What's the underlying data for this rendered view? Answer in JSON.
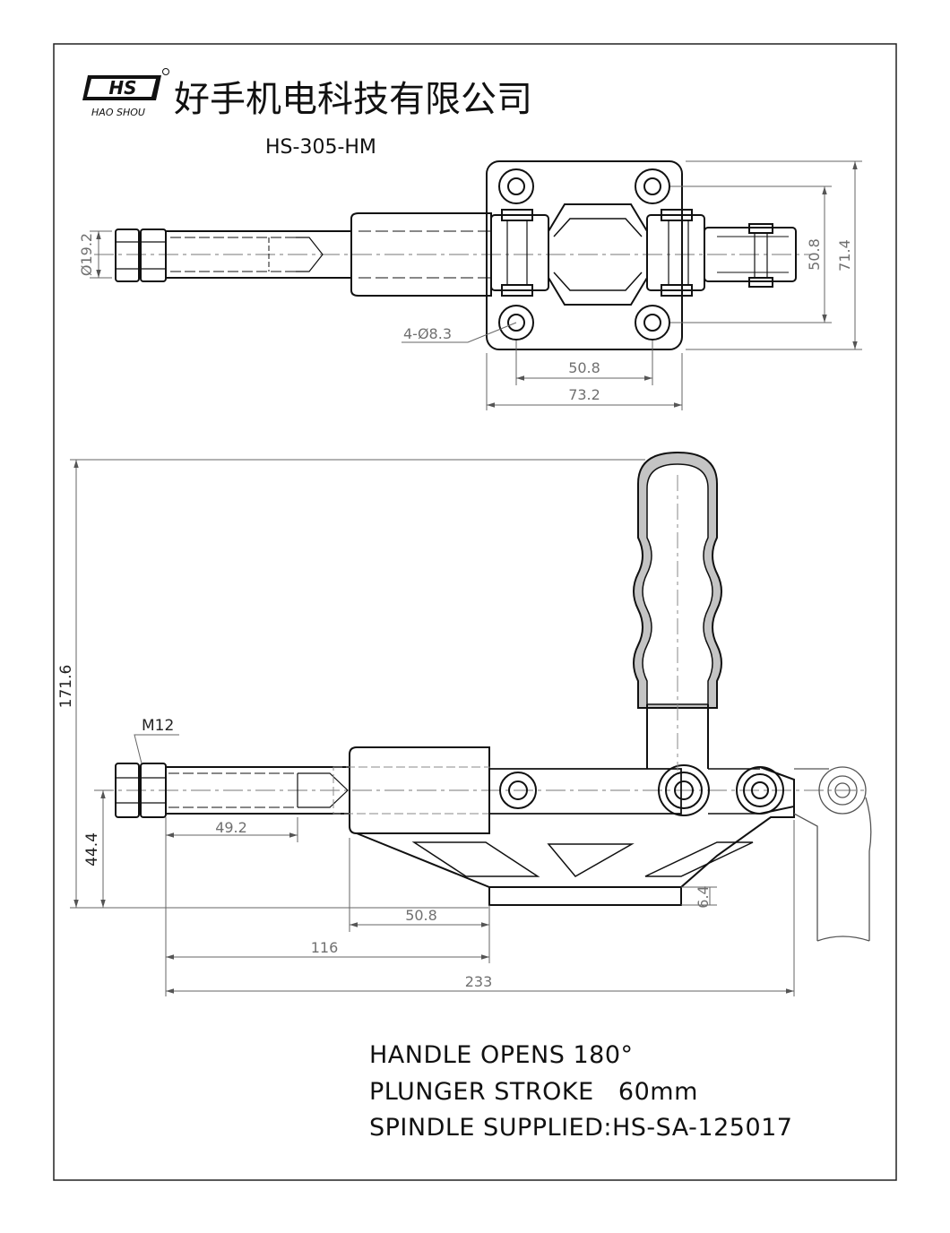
{
  "header": {
    "logo_text": "HS",
    "logo_sub": "HAO SHOU",
    "company_name": "好手机电科技有限公司",
    "model": "HS-305-HM"
  },
  "top_view": {
    "dim_rod_dia": "Ø19.2",
    "dim_holes": "4-Ø8.3",
    "dim_hole_spacing_x": "50.8",
    "dim_base_width": "73.2",
    "dim_hole_spacing_y": "50.8",
    "dim_base_height": "71.4"
  },
  "side_view": {
    "dim_total_height": "171.6",
    "dim_thread": "M12",
    "dim_thread_length": "49.2",
    "dim_axis_height": "44.4",
    "dim_base_thickness": "6.4",
    "dim_base_length": "50.8",
    "dim_to_base": "116",
    "dim_total_length": "233"
  },
  "notes": {
    "line1": "HANDLE OPENS 180°",
    "line2": "PLUNGER STROKE   60mm",
    "line3": "SPINDLE SUPPLIED:HS-SA-125017"
  },
  "colors": {
    "line": "#111111",
    "dimension": "#707070",
    "grip_fill": "#bbbbbb"
  }
}
